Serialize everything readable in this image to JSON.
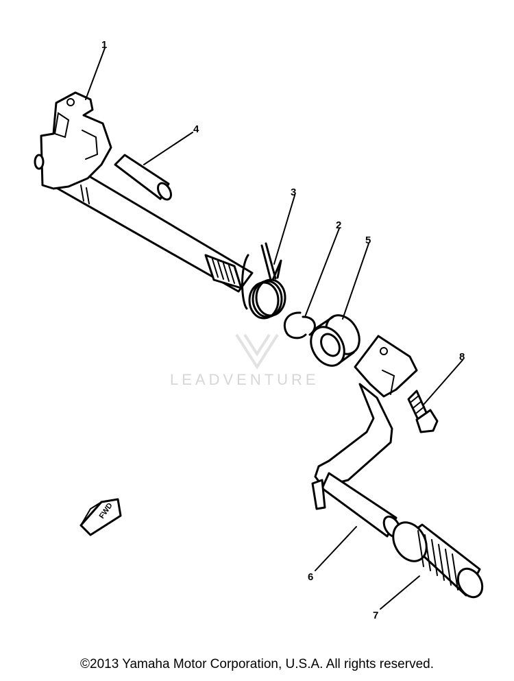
{
  "callouts": [
    {
      "id": "1",
      "label": "1"
    },
    {
      "id": "2",
      "label": "2"
    },
    {
      "id": "3",
      "label": "3"
    },
    {
      "id": "4",
      "label": "4"
    },
    {
      "id": "5",
      "label": "5"
    },
    {
      "id": "6",
      "label": "6"
    },
    {
      "id": "7",
      "label": "7"
    },
    {
      "id": "8",
      "label": "8"
    }
  ],
  "direction_marker": "FWD",
  "watermark": "LEADVENTURE",
  "copyright": "©2013 Yamaha Motor Corporation, U.S.A. All rights reserved."
}
